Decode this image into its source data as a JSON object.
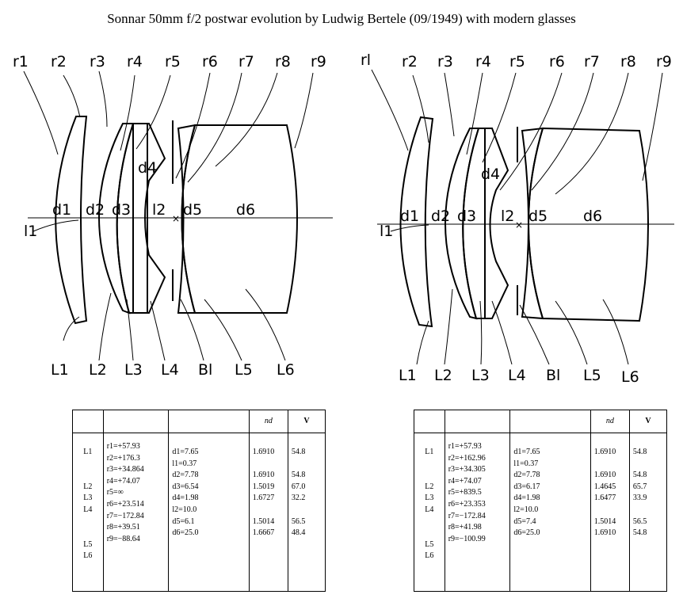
{
  "title": "Sonnar 50mm f/2 postwar evolution by Ludwig Bertele (09/1949) with modern glasses",
  "diagram_left": {
    "radius_labels": [
      "r1",
      "r2",
      "r3",
      "r4",
      "r5",
      "r6",
      "r7",
      "r8",
      "r9"
    ],
    "inner_labels": [
      "d1",
      "d2",
      "d3",
      "l2",
      "d5",
      "d6",
      "d4"
    ],
    "l1_label": "l1",
    "element_labels": [
      "L1",
      "L2",
      "L3",
      "L4",
      "Bl",
      "L5",
      "L6"
    ]
  },
  "diagram_right": {
    "radius_labels": [
      "rl",
      "r2",
      "r3",
      "r4",
      "r5",
      "r6",
      "r7",
      "r8",
      "r9"
    ],
    "inner_labels": [
      "d1",
      "d2",
      "d3",
      "l2",
      "d5",
      "d6",
      "d4"
    ],
    "l1_label": "l1",
    "element_labels": [
      "L1",
      "L2",
      "L3",
      "L4",
      "Bl",
      "L5",
      "L6"
    ]
  },
  "table_left": {
    "headers": [
      "",
      "",
      "",
      "nd",
      "V"
    ],
    "elements": [
      "L1",
      "",
      "",
      "L2",
      "L3",
      "L4",
      "",
      "",
      "L5",
      "L6",
      ""
    ],
    "radii": [
      "r1=+57.93",
      "r2=+176.3",
      "r3=+34.864",
      "r4=+74.07",
      "r5=∞",
      "r6=+23.514",
      "r7=−172.84",
      "r8=+39.51",
      "r9=−88.64"
    ],
    "thicknesses": [
      "d1=7.65",
      "l1=0.37",
      "d2=7.78",
      "d3=6.54",
      "d4=1.98",
      "l2=10.0",
      "d5=6.1",
      "d6=25.0"
    ],
    "nd": [
      "1.6910",
      "",
      "1.6910",
      "1.5019",
      "1.6727",
      "",
      "1.5014",
      "1.6667"
    ],
    "v": [
      "54.8",
      "",
      "54.8",
      "67.0",
      "32.2",
      "",
      "56.5",
      "48.4"
    ]
  },
  "table_right": {
    "headers": [
      "",
      "",
      "",
      "nd",
      "V"
    ],
    "elements": [
      "L1",
      "",
      "",
      "L2",
      "L3",
      "L4",
      "",
      "",
      "L5",
      "L6",
      ""
    ],
    "radii": [
      "r1=+57.93",
      "r2=+162.96",
      "r3=+34.305",
      "r4=+74.07",
      "r5=+839.5",
      "r6=+23.353",
      "r7=−172.84",
      "r8=+41.98",
      "r9=−100.99"
    ],
    "thicknesses": [
      "d1=7.65",
      "l1=0.37",
      "d2=7.78",
      "d3=6.17",
      "d4=1.98",
      "l2=10.0",
      "d5=7.4",
      "d6=25.0"
    ],
    "nd": [
      "1.6910",
      "",
      "1.6910",
      "1.4645",
      "1.6477",
      "",
      "1.5014",
      "1.6910"
    ],
    "v": [
      "54.8",
      "",
      "54.8",
      "65.7",
      "33.9",
      "",
      "56.5",
      "54.8"
    ]
  }
}
